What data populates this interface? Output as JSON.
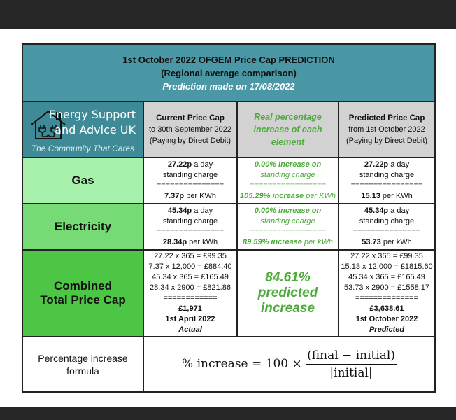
{
  "header": {
    "title": "1st October 2022 OFGEM Price Cap PREDICTION",
    "subtitle": "(Regional average comparison)",
    "date": "Prediction made on 17/08/2022"
  },
  "logo": {
    "line1": "Energy Support",
    "line2": "and Advice UK",
    "tagline": "The Community That Cares"
  },
  "columns": {
    "current": {
      "title": "Current Price Cap",
      "line2": "to 30th September 2022",
      "line3": "(Paying by Direct Debit)"
    },
    "real": {
      "line1": "Real percentage",
      "line2": "increase of each",
      "line3": "element"
    },
    "predicted": {
      "title": "Predicted Price Cap",
      "line2": "from 1st October 2022",
      "line3": "(Paying by Direct Debit)"
    }
  },
  "rows": {
    "gas": {
      "label": "Gas",
      "current": {
        "standing_value": "27.22p",
        "standing_suffix": " a day",
        "standing_text": "standing charge",
        "sep": "===============",
        "unit_value": "7.37p",
        "unit_suffix": " per KWh"
      },
      "real": {
        "standing": "0.00% increase on",
        "standing2": "standing charge",
        "sep": "=================",
        "unit_value": "105.29% increase",
        "unit_suffix": " per KWh"
      },
      "predicted": {
        "standing_value": "27.22p",
        "standing_suffix": " a day",
        "standing_text": "standing charge",
        "sep": "================",
        "unit_value": "15.13",
        "unit_suffix": " per KWh"
      }
    },
    "electricity": {
      "label": "Electricity",
      "current": {
        "standing_value": "45.34p",
        "standing_suffix": " a day",
        "standing_text": "standing charge",
        "sep": "===============",
        "unit_value": "28.34p",
        "unit_suffix": " per kWh"
      },
      "real": {
        "standing": "0.00% increase on",
        "standing2": "standing charge",
        "sep": "=================",
        "unit_value": "89.59% increase",
        "unit_suffix": " per kWh"
      },
      "predicted": {
        "standing_value": "45.34p",
        "standing_suffix": " a day",
        "standing_text": "standing charge",
        "sep": "===============",
        "unit_value": "53.73",
        "unit_suffix": " per kWh"
      }
    },
    "combined": {
      "label1": "Combined",
      "label2": "Total Price Cap",
      "current": {
        "l1": "27.22 x 365 = £99.35",
        "l2": "7.37 x 12,000 = £884.40",
        "l3": "45.34 x 365 = £165.49",
        "l4": "28.34 x 2900 = £821.86",
        "sep": "============",
        "total": "£1,971",
        "date": "1st April 2022",
        "status": "Actual"
      },
      "real": {
        "l1": "84.61%",
        "l2": "predicted",
        "l3": "increase"
      },
      "predicted": {
        "l1": "27.22 x 365 = £99.35",
        "l2": "15.13 x 12,000 = £1815.60",
        "l3": "45.34 x 365 = £165.49",
        "l4": "53.73 x 2900 = £1558.17",
        "sep": "==============",
        "total": "£3,638.61",
        "date": "1st October 2022",
        "status": "Predicted"
      }
    }
  },
  "formula": {
    "label1": "Percentage increase",
    "label2": "formula",
    "lhs": "% increase = 100 ×",
    "numerator": "(final − initial)",
    "denominator": "|initial|"
  }
}
